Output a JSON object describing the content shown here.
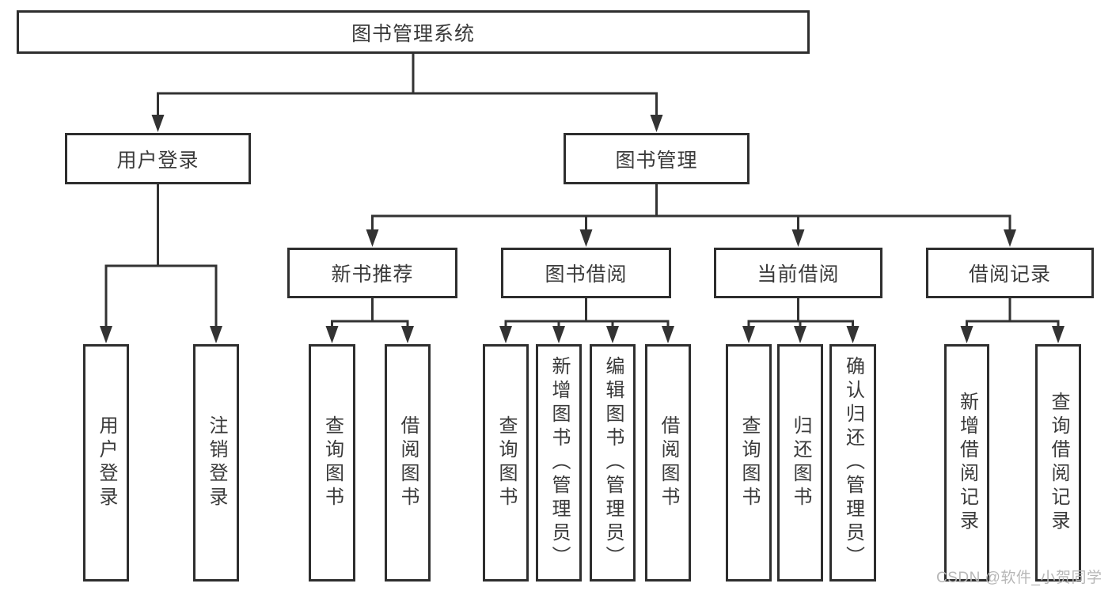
{
  "diagram": {
    "nodes": [
      {
        "id": "root",
        "label": "图书管理系统"
      },
      {
        "id": "login",
        "label": "用户登录"
      },
      {
        "id": "mgmt",
        "label": "图书管理"
      },
      {
        "id": "newbook",
        "label": "新书推荐"
      },
      {
        "id": "borrow",
        "label": "图书借阅"
      },
      {
        "id": "current",
        "label": "当前借阅"
      },
      {
        "id": "records",
        "label": "借阅记录"
      },
      {
        "id": "login-user",
        "label": "用户登录"
      },
      {
        "id": "login-logout",
        "label": "注销登录"
      },
      {
        "id": "nb-query",
        "label": "查询图书"
      },
      {
        "id": "nb-borrow",
        "label": "借阅图书"
      },
      {
        "id": "bw-query",
        "label": "查询图书"
      },
      {
        "id": "bw-add",
        "label": "新增图书（管理员）"
      },
      {
        "id": "bw-edit",
        "label": "编辑图书（管理员）"
      },
      {
        "id": "bw-borrow",
        "label": "借阅图书"
      },
      {
        "id": "cur-query",
        "label": "查询图书"
      },
      {
        "id": "cur-return",
        "label": "归还图书"
      },
      {
        "id": "cur-confirm",
        "label": "确认归还（管理员）"
      },
      {
        "id": "rec-add",
        "label": "新增借阅记录"
      },
      {
        "id": "rec-query",
        "label": "查询借阅记录"
      }
    ],
    "edges": [
      {
        "from": "root",
        "to": [
          "login",
          "mgmt"
        ]
      },
      {
        "from": "login",
        "to": [
          "login-user",
          "login-logout"
        ]
      },
      {
        "from": "mgmt",
        "to": [
          "newbook",
          "borrow",
          "current",
          "records"
        ]
      },
      {
        "from": "newbook",
        "to": [
          "nb-query",
          "nb-borrow"
        ]
      },
      {
        "from": "borrow",
        "to": [
          "bw-query",
          "bw-add",
          "bw-edit",
          "bw-borrow"
        ]
      },
      {
        "from": "current",
        "to": [
          "cur-query",
          "cur-return",
          "cur-confirm"
        ]
      },
      {
        "from": "records",
        "to": [
          "rec-add",
          "rec-query"
        ]
      }
    ]
  },
  "watermark": {
    "text": "CSDN @软件_小贺同学"
  },
  "colors": {
    "line": "#333333",
    "box_border": "#2e2e2e",
    "box_fill": "#ffffff",
    "text": "#3a3a3a",
    "watermark": "#b7b7b7",
    "background": "#ffffff"
  }
}
